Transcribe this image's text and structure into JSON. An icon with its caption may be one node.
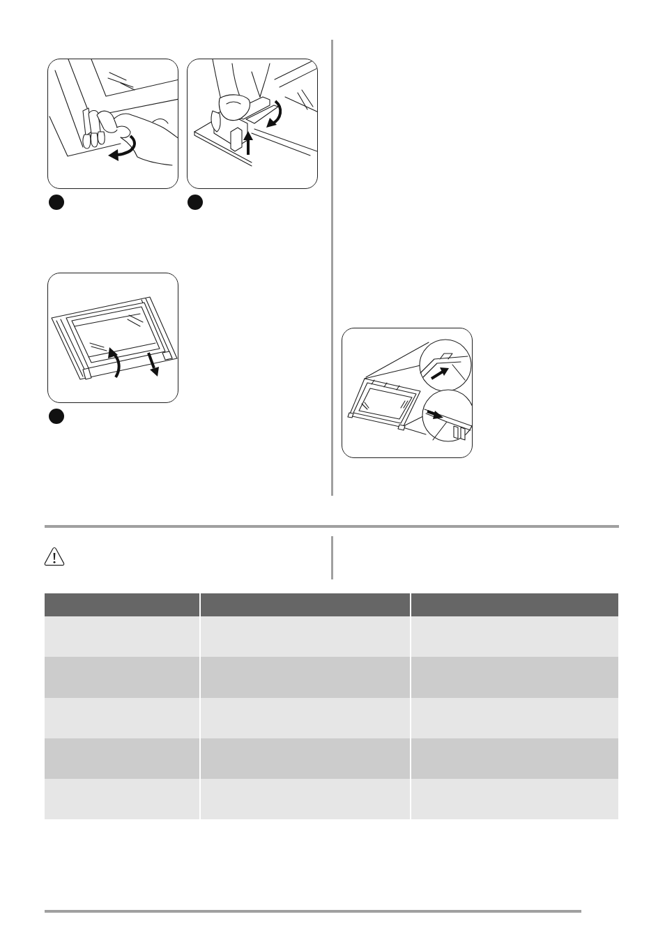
{
  "diagram": {
    "nodes": [
      {
        "text": [],
        "shape": "picture"
      },
      {
        "text": [],
        "shape": "picture"
      },
      {
        "text": [],
        "shape": "circle"
      },
      {
        "text": [],
        "shape": "circle"
      },
      {
        "text": [],
        "shape": "picture"
      },
      {
        "text": [],
        "shape": "circle"
      },
      {
        "text": [],
        "shape": "picture"
      }
    ]
  }
}
